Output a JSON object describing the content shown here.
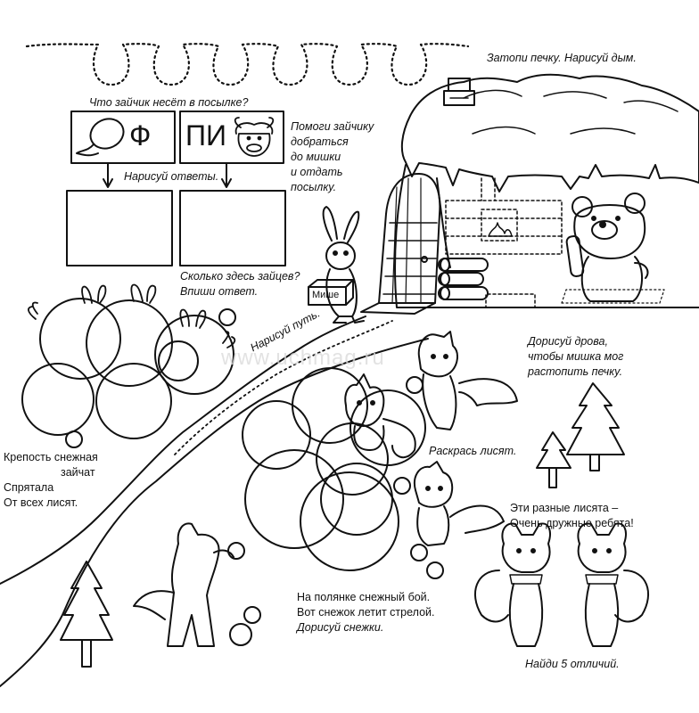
{
  "task_chimney": "Затопи печку. Нарисуй дым.",
  "task_parcel_question": "Что зайчик несёт в посылке?",
  "puzzle": {
    "box1_letter": "Ф",
    "box2_letters": "ПИ",
    "hint": "Нарисуй ответы."
  },
  "task_help_bunny": [
    "Помоги зайчику",
    "добраться",
    "до мишки",
    "и отдать",
    "посылку."
  ],
  "task_count_hares": [
    "Сколько здесь зайцев?",
    "Впиши ответ."
  ],
  "parcel_label": "Мише",
  "path_label": "Нарисуй путь.",
  "task_firewood": [
    "Дорисуй дрова,",
    "чтобы мишка мог",
    "растопить печку."
  ],
  "task_color_foxes": "Раскрась лисят.",
  "poem_fortress": [
    "Крепость снежная",
    "зайчат",
    "Спрятала",
    "От всех лисят."
  ],
  "poem_friends": [
    "Эти разные лисята –",
    "Очень дружные ребята!"
  ],
  "poem_snowball": [
    "На полянке снежный бой.",
    "Вот снежок летит стрелой.",
    "Дорисуй снежки."
  ],
  "task_differences": "Найди 5 отличий.",
  "watermark": "www.uchmag.ru",
  "icons": [
    "balloon-icon",
    "cow-head-icon",
    "fire-icon",
    "bunny-icon",
    "bear-icon",
    "fox-icon",
    "fir-tree-icon",
    "snowball-icon",
    "house-icon"
  ]
}
